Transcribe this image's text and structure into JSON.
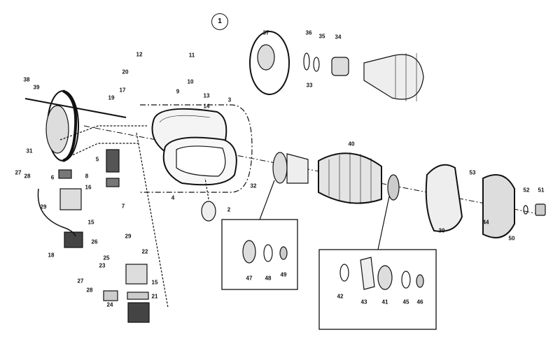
{
  "figure_number": "1",
  "callouts": [
    "37",
    "36",
    "35",
    "34",
    "33",
    "12",
    "11",
    "20",
    "10",
    "9",
    "17",
    "13",
    "19",
    "14",
    "3",
    "38",
    "39",
    "31",
    "5",
    "8",
    "27",
    "28",
    "6",
    "16",
    "29",
    "15",
    "7",
    "4",
    "2",
    "32",
    "40",
    "53",
    "52",
    "51",
    "44",
    "30",
    "50",
    "18",
    "26",
    "29",
    "22",
    "25",
    "23",
    "27",
    "28",
    "24",
    "15",
    "21",
    "47",
    "48",
    "49",
    "42",
    "43",
    "41",
    "45",
    "46"
  ],
  "colors": {
    "ink": "#111111",
    "paper": "#ffffff"
  }
}
